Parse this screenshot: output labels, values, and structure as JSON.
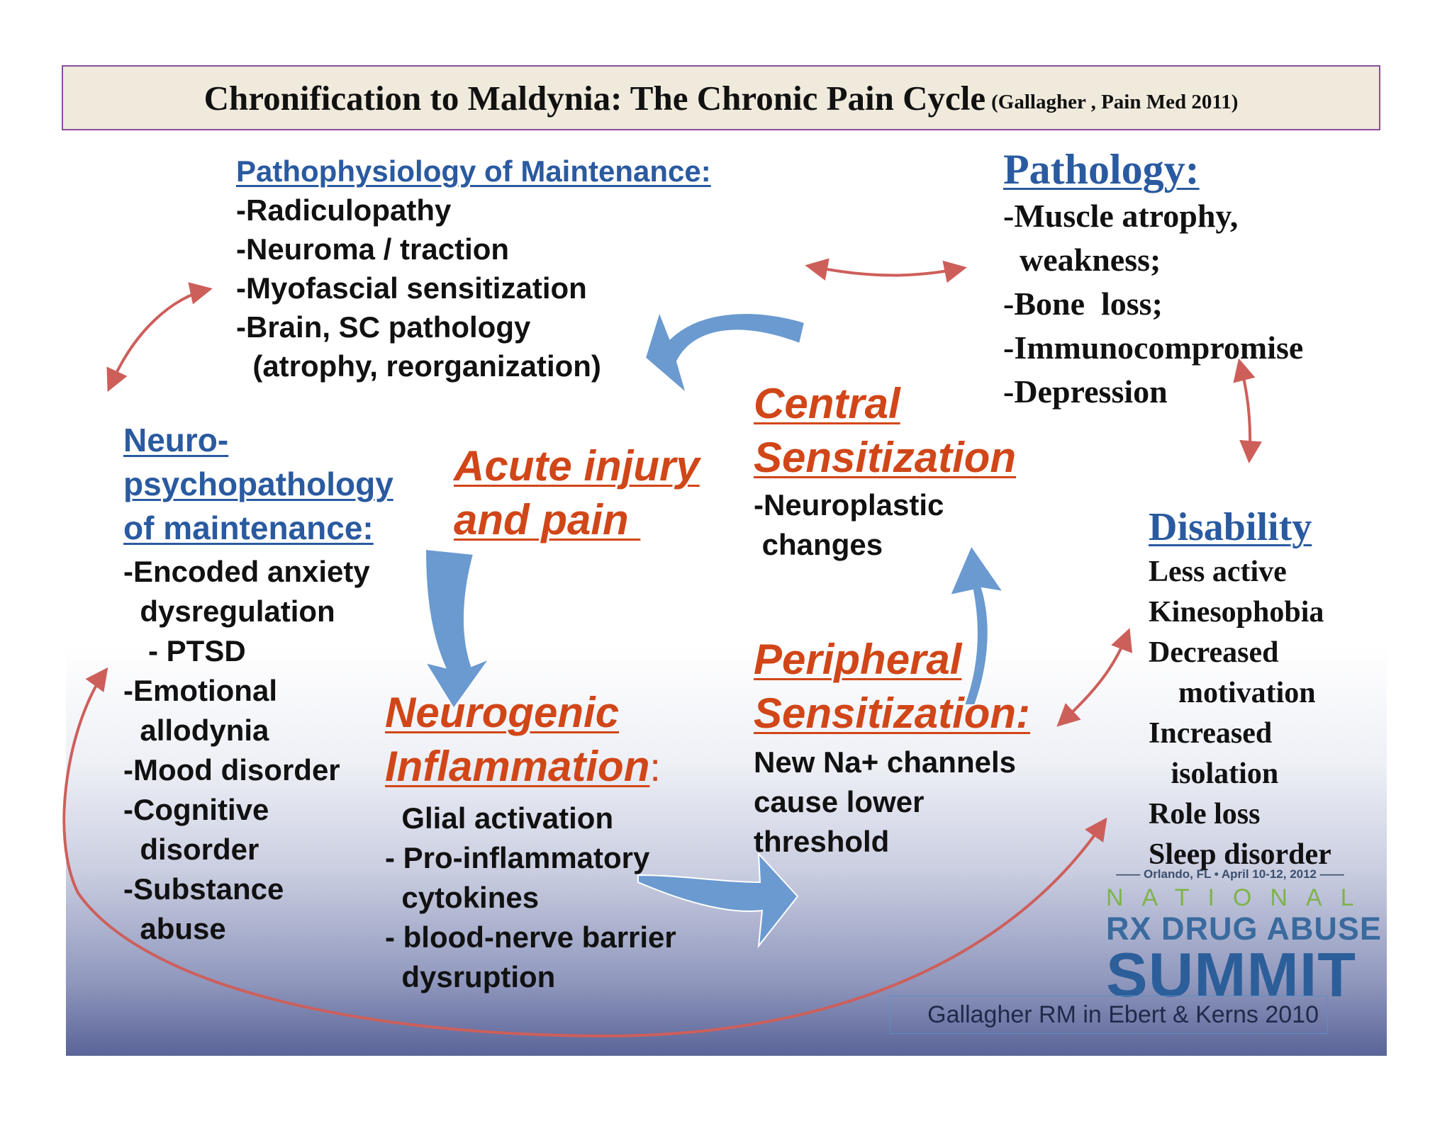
{
  "title": {
    "main": "Chronification to Maldynia: The Chronic Pain Cycle",
    "citation": "(Gallagher , Pain Med 2011)"
  },
  "pathophysiology": {
    "heading": "Pathophysiology of Maintenance:",
    "items": [
      "-Radiculopathy",
      "-Neuroma / traction",
      "-Myofascial sensitization",
      "-Brain, SC pathology",
      "  (atrophy, reorganization)"
    ]
  },
  "pathology": {
    "heading": "Pathology:",
    "items": [
      "-Muscle atrophy,",
      "  weakness;",
      "-Bone  loss;",
      "-Immunocompromise",
      "-Depression"
    ]
  },
  "neuropsychopathology": {
    "heading_lines": [
      "Neuro-",
      "psychopathology",
      "of maintenance:"
    ],
    "items": [
      "-Encoded anxiety",
      "  dysregulation",
      "   - PTSD",
      "-Emotional",
      "  allodynia",
      "-Mood disorder",
      "-Cognitive",
      "  disorder",
      "-Substance",
      "  abuse"
    ]
  },
  "acute": {
    "heading_lines": [
      "Acute injury",
      "and pain "
    ]
  },
  "central": {
    "heading_lines": [
      "Central",
      "Sensitization"
    ],
    "items": [
      "-Neuroplastic",
      " changes"
    ]
  },
  "disability": {
    "heading": "Disability",
    "items": [
      "Less active",
      "Kinesophobia",
      "Decreased",
      "    motivation",
      "Increased",
      "   isolation",
      "Role loss",
      "Sleep disorder"
    ]
  },
  "neurogenic": {
    "heading_lines": [
      "Neurogenic",
      "Inflammation"
    ],
    "heading_suffix": ":",
    "items": [
      "  Glial activation",
      "- Pro-inflammatory",
      "  cytokines",
      "- blood-nerve barrier",
      "  dysruption"
    ]
  },
  "peripheral": {
    "heading_lines": [
      "Peripheral",
      "Sensitization:"
    ],
    "items": [
      "New Na+ channels",
      "cause lower",
      "threshold"
    ]
  },
  "logo": {
    "date": "—— Orlando, FL • April 10-12, 2012 ——",
    "national": "NATIONAL",
    "rx": "RX DRUG ABUSE",
    "summit": "SUMMIT"
  },
  "citation": "Gallagher RM in Ebert & Kerns 2010",
  "colors": {
    "blue_heading": "#2a5aa0",
    "orange_heading": "#d14618",
    "cycle_arrow": "#6a9ad0",
    "link_arrow": "#cd5f5b",
    "title_border": "#8a4e9e"
  }
}
